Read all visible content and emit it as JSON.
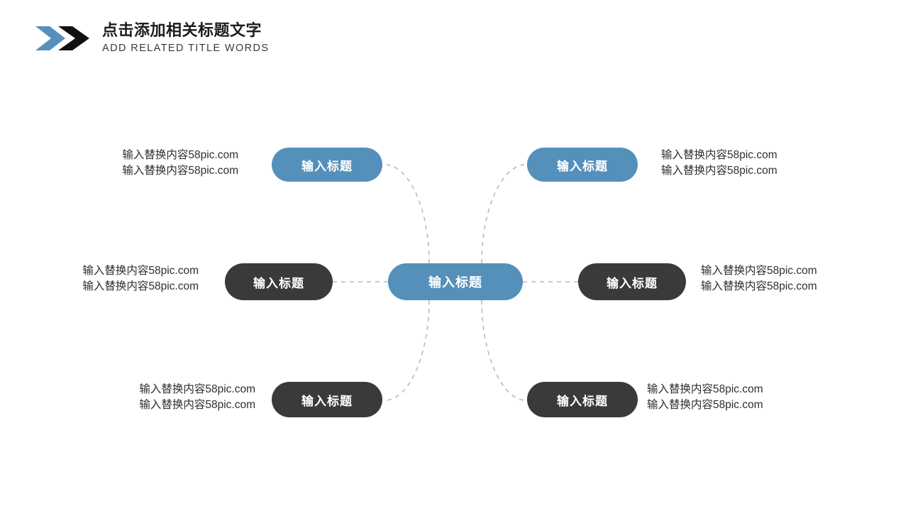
{
  "header": {
    "logo_icon": "double-chevron-icon",
    "title_cn": "点击添加相关标题文字",
    "title_en": "ADD RELATED TITLE WORDS"
  },
  "colors": {
    "accent_blue": "#5590ba",
    "dark_node": "#3b3a3a",
    "connector": "#b8b8b8",
    "background": "#ffffff",
    "text": "#2f2f2f"
  },
  "diagram": {
    "type": "mind-map",
    "center": {
      "label": "输入标题",
      "color": "blue"
    },
    "branches": [
      {
        "id": "top-left",
        "label": "输入标题",
        "color": "blue",
        "caption": [
          "输入替换内容58pic.com",
          "输入替换内容58pic.com"
        ],
        "caption_side": "left"
      },
      {
        "id": "top-right",
        "label": "输入标题",
        "color": "blue",
        "caption": [
          "输入替换内容58pic.com",
          "输入替换内容58pic.com"
        ],
        "caption_side": "right"
      },
      {
        "id": "middle-left",
        "label": "输入标题",
        "color": "dark",
        "caption": [
          "输入替换内容58pic.com",
          "输入替换内容58pic.com"
        ],
        "caption_side": "left"
      },
      {
        "id": "middle-right",
        "label": "输入标题",
        "color": "dark",
        "caption": [
          "输入替换内容58pic.com",
          "输入替换内容58pic.com"
        ],
        "caption_side": "right"
      },
      {
        "id": "bottom-left",
        "label": "输入标题",
        "color": "dark",
        "caption": [
          "输入替换内容58pic.com",
          "输入替换内容58pic.com"
        ],
        "caption_side": "left"
      },
      {
        "id": "bottom-right",
        "label": "输入标题",
        "color": "dark",
        "caption": [
          "输入替换内容58pic.com",
          "输入替换内容58pic.com"
        ],
        "caption_side": "right"
      }
    ]
  }
}
